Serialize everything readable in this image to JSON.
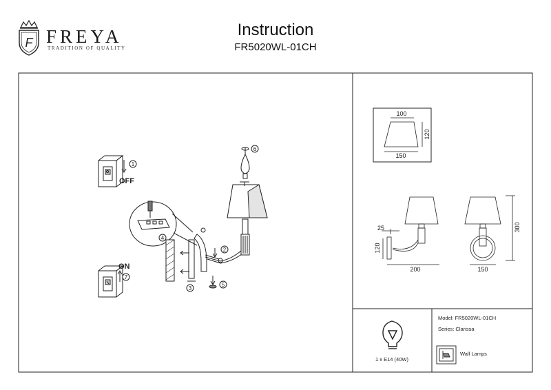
{
  "brand": {
    "name": "FREYA",
    "tagline": "TRADITION OF QUALITY",
    "crest_letter": "F"
  },
  "header": {
    "title": "Instruction",
    "model": "FR5020WL-01CH"
  },
  "assembly": {
    "steps": [
      "1",
      "2",
      "3",
      "4",
      "5",
      "6",
      "7"
    ],
    "off_label": "OFF",
    "on_label": "ON"
  },
  "dimensions": {
    "shade_top": "100",
    "shade_height": "120",
    "shade_bottom": "150",
    "wall_offset": "25",
    "backplate_height": "120",
    "projection": "200",
    "total_height": "300",
    "width": "150"
  },
  "info": {
    "bulb": "1 x E14 (40W)",
    "model_line": "Model: FR5020WL-01CH",
    "series_line": "Series: Clarissa",
    "category": "Wall Lamps"
  }
}
